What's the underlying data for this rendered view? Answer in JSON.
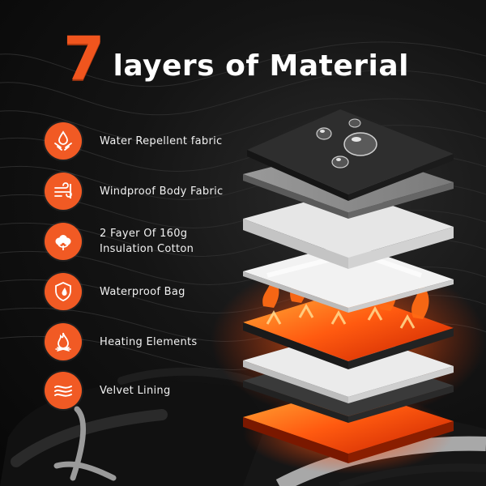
{
  "title": {
    "number": "7",
    "text": "layers of Material"
  },
  "features": [
    {
      "label": "Water Repellent fabric",
      "icon": "water-repellent-icon"
    },
    {
      "label": "Windproof Body Fabric",
      "icon": "wind-icon"
    },
    {
      "label_line1": "2 Fayer Of 160g",
      "label_line2": "Insulation Cotton",
      "icon": "cotton-icon"
    },
    {
      "label": "Waterproof Bag",
      "icon": "shield-drop-icon"
    },
    {
      "label": "Heating Elements",
      "icon": "flame-icon"
    },
    {
      "label": "Velvet Lining",
      "icon": "velvet-icon"
    }
  ],
  "colors": {
    "accent": "#f15a24",
    "background": "#0b0b0b",
    "text": "#ffffff"
  }
}
